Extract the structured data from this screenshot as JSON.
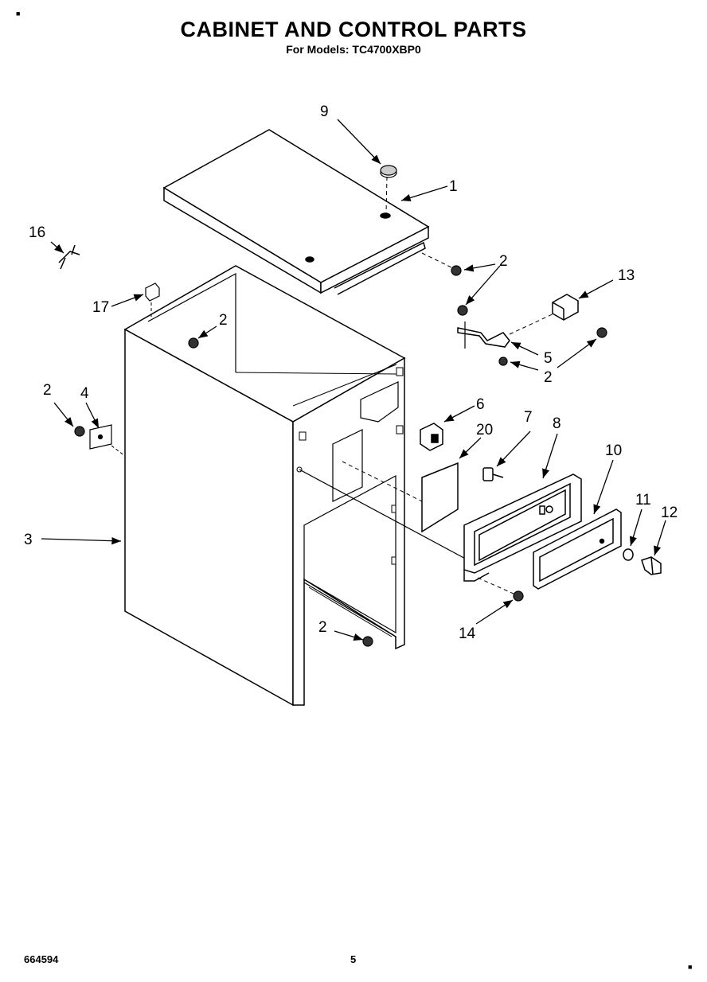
{
  "header": {
    "title": "CABINET AND CONTROL PARTS",
    "subtitle": "For Models: TC4700XBP0"
  },
  "footer": {
    "doc_number": "664594",
    "page_number": "5"
  },
  "callouts": {
    "c9": "9",
    "c1": "1",
    "c2_top": "2",
    "c16": "16",
    "c17": "17",
    "c2_cab": "2",
    "c13": "13",
    "c5": "5",
    "c2_right": "2",
    "c2_left": "2",
    "c4": "4",
    "c6": "6",
    "c20": "20",
    "c7": "7",
    "c8": "8",
    "c10": "10",
    "c11": "11",
    "c12": "12",
    "c3": "3",
    "c14": "14",
    "c2_bottom": "2"
  }
}
